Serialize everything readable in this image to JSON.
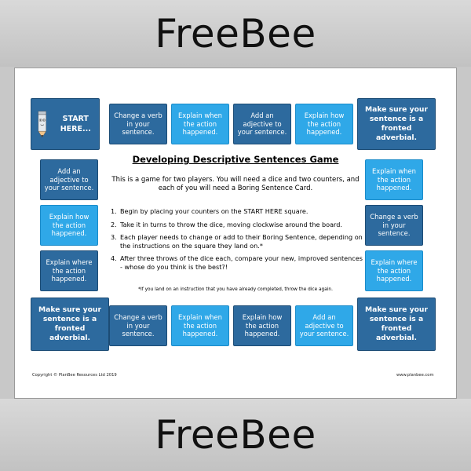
{
  "brand": {
    "top": "FreeBee",
    "bottom": "FreeBee"
  },
  "game": {
    "start": "START HERE...",
    "top_row": [
      "Change a verb in your sentence.",
      "Explain when the action happened.",
      "Add an adjective to your sentence.",
      "Explain how the action happened."
    ],
    "corner": "Make sure your sentence is a fronted adverbial.",
    "left_col": [
      "Add an adjective to your sentence.",
      "Explain how the action happened.",
      "Explain where the action happened."
    ],
    "right_col": [
      "Explain when the action happened.",
      "Change a verb in your sentence.",
      "Explain where the action happened."
    ],
    "bottom_row": [
      "Change a verb in your sentence.",
      "Explain when the action happened.",
      "Explain how the action happened.",
      "Add an adjective to your sentence."
    ]
  },
  "instructions": {
    "title": "Developing Descriptive Sentences Game",
    "intro": "This is a game for two players. You will need a dice and two counters, and each of you will need a Boring Sentence Card.",
    "steps": [
      {
        "num": "1.",
        "text": "Begin by placing your counters on the START HERE square."
      },
      {
        "num": "2.",
        "text": "Take it in turns to throw the dice, moving clockwise around the board."
      },
      {
        "num": "3.",
        "text": "Each player needs to change or add to their Boring Sentence, depending on the instructions on the square they land on.*"
      },
      {
        "num": "4.",
        "text": "After three throws of the dice each, compare your new, improved sentences - whose do you think is the best?!"
      }
    ],
    "note": "*If you land on an instruction that you have already completed, throw the dice again."
  },
  "footer": {
    "copyright": "Copyright © PlanBee Resources Ltd 2019",
    "website": "www.planbee.com"
  },
  "colors": {
    "dark_blue": "#2d6a9e",
    "light_blue": "#2fa8e8"
  },
  "icons": [
    "pencil-icon"
  ]
}
